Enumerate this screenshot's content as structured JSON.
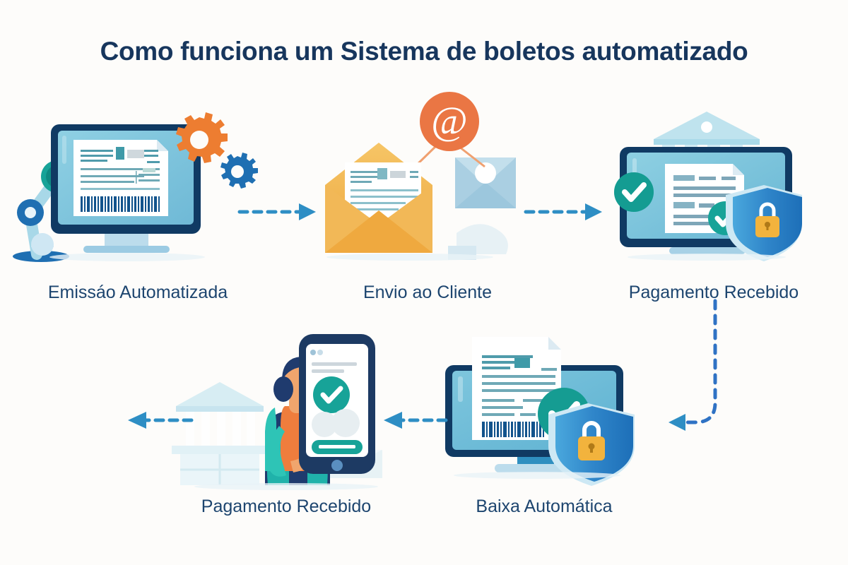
{
  "page": {
    "title": "Como funciona um Sistema de boletos automatizado",
    "background_color": "#fdfcfa",
    "title_color": "#17365d"
  },
  "palette": {
    "navy": "#17365d",
    "dark_monitor": "#103a63",
    "screen_blue": "#74bcd8",
    "light_blue": "#bfe0ee",
    "accent_blue": "#2e8ec4",
    "deep_blue": "#1f6fb2",
    "orange": "#ed7d31",
    "amber": "#f0b04a",
    "envelope": "#f2b857",
    "teal": "#17a398",
    "teal_dark": "#10857d",
    "gold": "#f2b33d",
    "pale": "#e3f1f7"
  },
  "steps": [
    {
      "id": "step1",
      "label": "Emissáo Automatizada",
      "scene": "monitor-boleto-gears",
      "elements": [
        "monitor",
        "boleto-document",
        "barcode",
        "orange-gear",
        "blue-gear",
        "robotic-arm"
      ]
    },
    {
      "id": "step2",
      "label": "Envio ao Cliente",
      "scene": "envelope-email",
      "elements": [
        "open-envelope",
        "boleto-document",
        "at-symbol-badge",
        "small-envelope"
      ],
      "at_symbol": "@"
    },
    {
      "id": "step3",
      "label": "Pagamento Recebido",
      "scene": "bank-monitor-shield",
      "elements": [
        "bank-building",
        "monitor",
        "document",
        "check-badge",
        "check-badge",
        "shield-lock"
      ]
    },
    {
      "id": "step4",
      "label": "Baixa Automática",
      "scene": "monitor-boleto-check-shield",
      "elements": [
        "monitor",
        "boleto-document",
        "barcode",
        "check-badge",
        "shield-lock"
      ]
    },
    {
      "id": "step5",
      "label": "Pagamento Recebido",
      "scene": "person-phone-bank",
      "elements": [
        "bank-building",
        "person",
        "smartphone",
        "check-badge",
        "envelope-ghost"
      ]
    }
  ],
  "connectors": [
    {
      "id": "arrow1",
      "from": "step1",
      "to": "step2",
      "direction": "right",
      "style": "dashed"
    },
    {
      "id": "arrow2",
      "from": "step2",
      "to": "step3",
      "direction": "right",
      "style": "dashed"
    },
    {
      "id": "arrow3",
      "from": "step3",
      "to": "step4",
      "direction": "down-left",
      "style": "dashed"
    },
    {
      "id": "arrow4",
      "from": "step4",
      "to": "step5",
      "direction": "left",
      "style": "dashed"
    },
    {
      "id": "arrow5",
      "from": "step5",
      "to": "exit",
      "direction": "left",
      "style": "dashed"
    }
  ]
}
